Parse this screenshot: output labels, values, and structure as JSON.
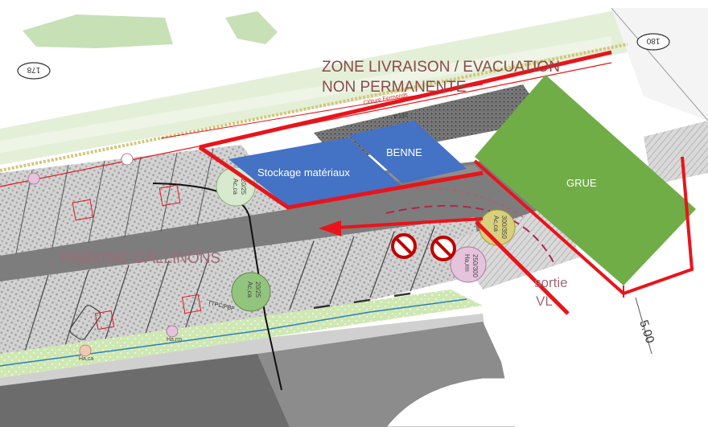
{
  "zone_label_line1": "ZONE  LIVRAISON / EVACUATION",
  "zone_label_line2": "NON PERMANENTE",
  "stockage_label": "Stockage matériaux",
  "benne_label": "BENNE",
  "grue_label": "GRUE",
  "parking_label": "PARKING GALLINONS",
  "sortie_label_line1": "sortie",
  "sortie_label_line2": "VL",
  "dimension_label": "5.00",
  "plot_178": "178",
  "plot_180": "180",
  "cloture_label": "Clôture Fermonds",
  "parcel_label": "P.132",
  "tree_1_label_a": "Ac,ca",
  "tree_1_label_b": "20/25",
  "tree_2_label_a": "Ac,ca",
  "tree_2_label_b": "300/350",
  "tree_3_label_a": "Ac,ca",
  "tree_3_label_b": "20/25",
  "tree_4_label_a": "Ha,rm",
  "tree_4_label_b": "250/300",
  "small_label_1": "Ha,rm",
  "small_label_2": "Ha,ca",
  "small_label_3": "TTPC/PBF",
  "colors": {
    "red": "#e8141b",
    "blue": "#4472c4",
    "green": "#70ad47",
    "label_dark": "#8a4a4a"
  },
  "icons": [
    "no-entry-icon",
    "no-entry-icon",
    "arrow-left-icon",
    "tree-icon"
  ]
}
